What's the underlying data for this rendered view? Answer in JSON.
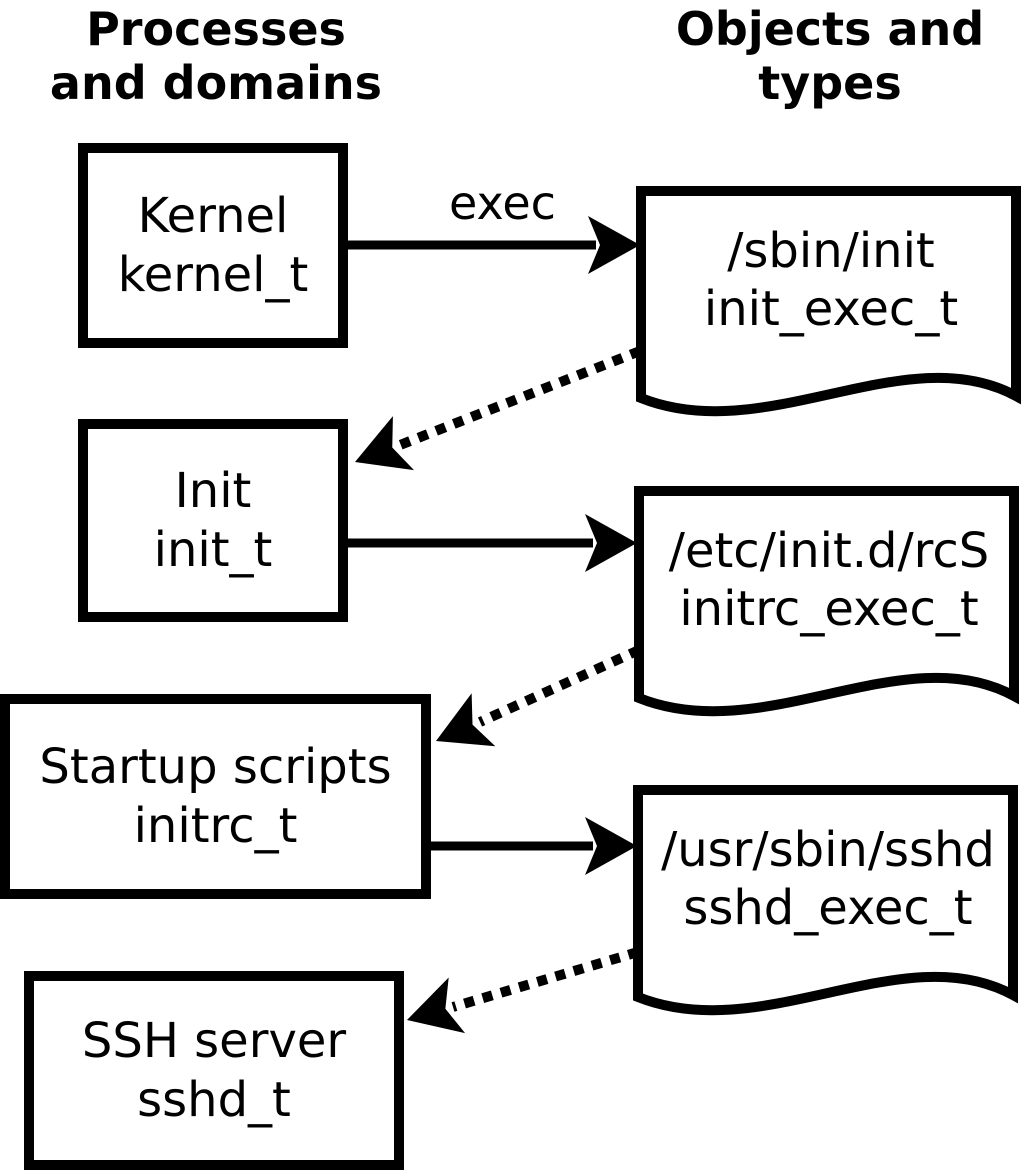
{
  "headers": {
    "left": {
      "line1": "Processes",
      "line2": "and domains"
    },
    "right": {
      "line1": "Objects and",
      "line2": "types"
    }
  },
  "processes": [
    {
      "name": "Kernel",
      "type": "kernel_t"
    },
    {
      "name": "Init",
      "type": "init_t"
    },
    {
      "name": "Startup scripts",
      "type": "initrc_t"
    },
    {
      "name": "SSH server",
      "type": "sshd_t"
    }
  ],
  "objects": [
    {
      "path": "/sbin/init",
      "type": "init_exec_t"
    },
    {
      "path": "/etc/init.d/rcS",
      "type": "initrc_exec_t"
    },
    {
      "path": "/usr/sbin/sshd",
      "type": "sshd_exec_t"
    }
  ],
  "edges": {
    "solid": [
      {
        "from": "Kernel (kernel_t)",
        "to": "/sbin/init (init_exec_t)",
        "label": "exec",
        "style": "solid-arrow"
      },
      {
        "from": "Init (init_t)",
        "to": "/etc/init.d/rcS (initrc_exec_t)",
        "label": "",
        "style": "solid-arrow"
      },
      {
        "from": "Startup scripts (initrc_t)",
        "to": "/usr/sbin/sshd (sshd_exec_t)",
        "label": "",
        "style": "solid-arrow"
      }
    ],
    "dotted": [
      {
        "from": "/sbin/init (init_exec_t)",
        "to": "Init (init_t)",
        "label": "",
        "style": "dotted-arrow"
      },
      {
        "from": "/etc/init.d/rcS (initrc_exec_t)",
        "to": "Startup scripts (initrc_t)",
        "label": "",
        "style": "dotted-arrow"
      },
      {
        "from": "/usr/sbin/sshd (sshd_exec_t)",
        "to": "SSH server (sshd_t)",
        "label": "",
        "style": "dotted-arrow"
      }
    ]
  },
  "colors": {
    "ink": "#000000",
    "paper": "#ffffff"
  }
}
